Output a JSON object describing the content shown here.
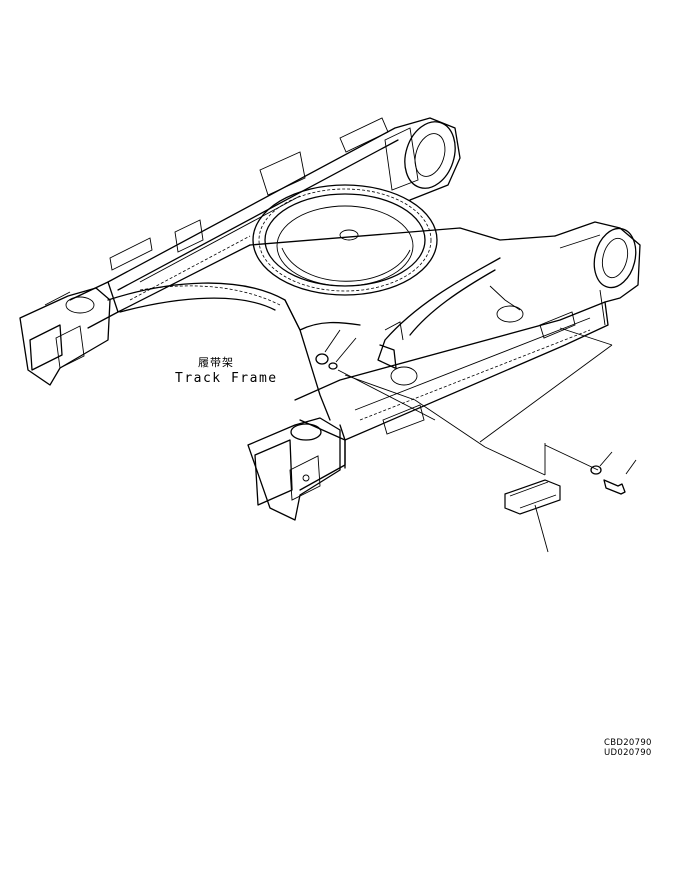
{
  "figure": {
    "label_cn": "履带架",
    "label_en": "Track Frame",
    "codes": [
      "CBD20790",
      "UD020790"
    ]
  }
}
